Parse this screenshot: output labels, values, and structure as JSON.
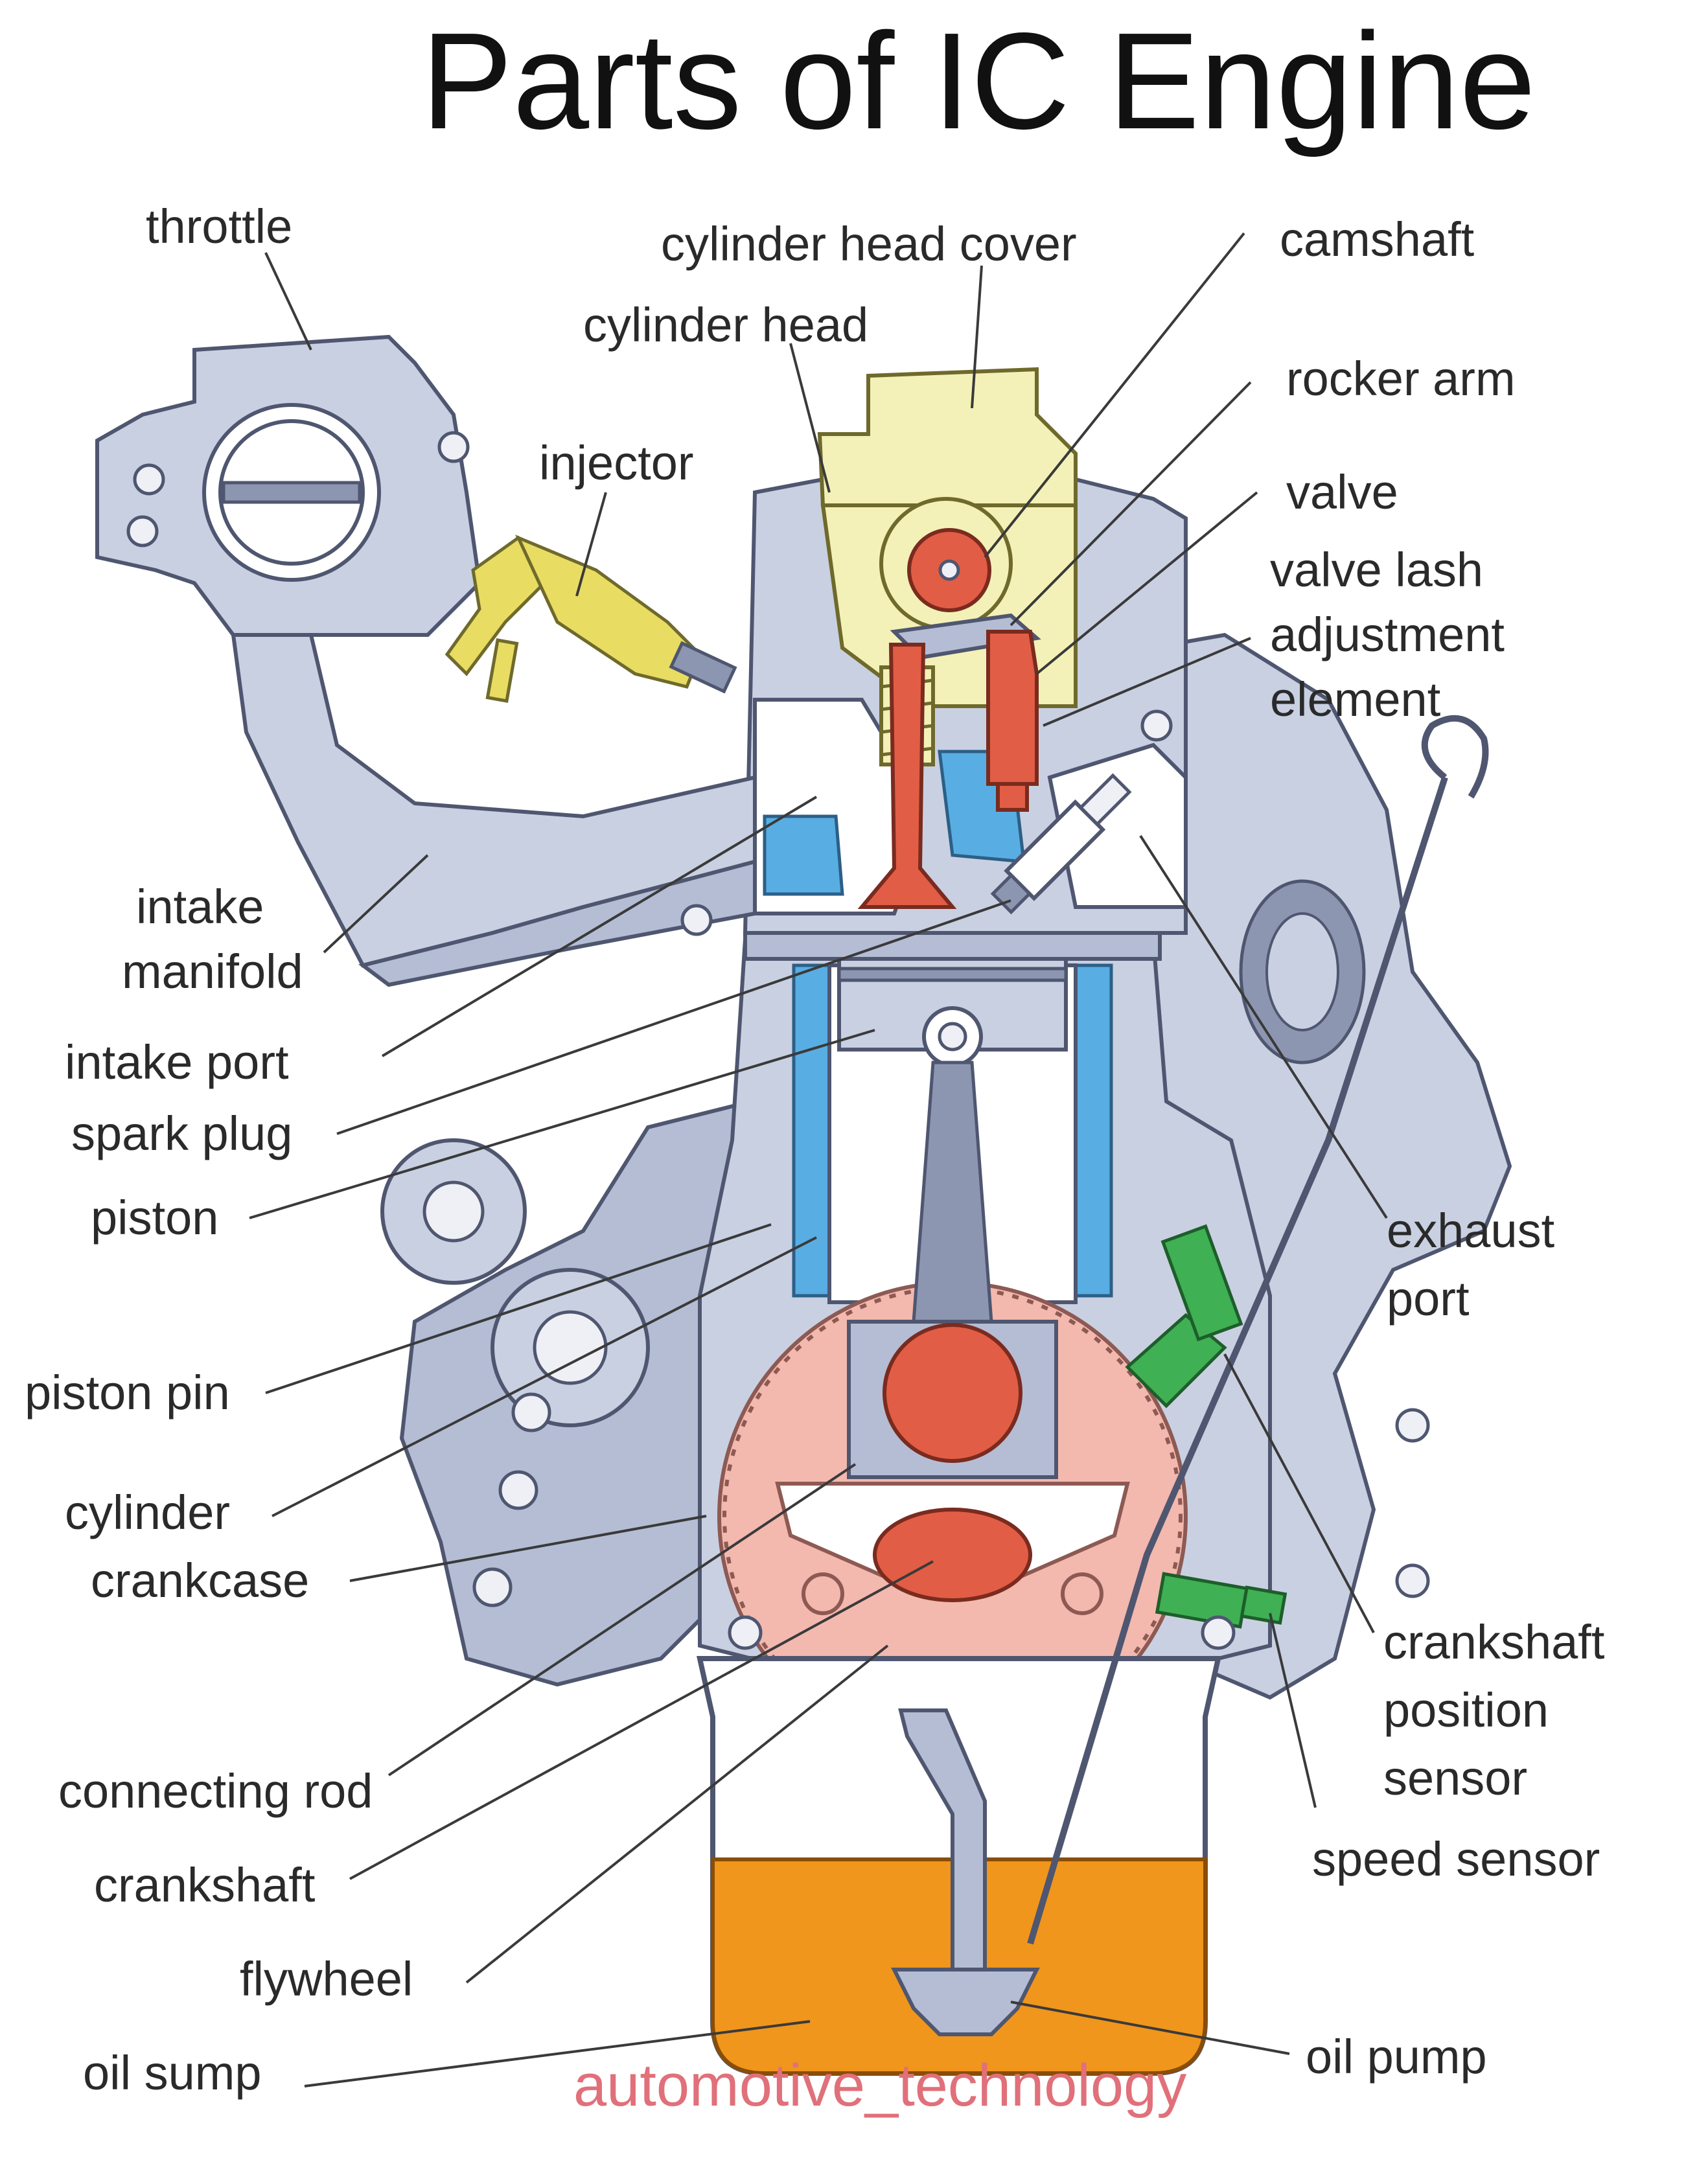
{
  "title": "Parts of IC Engine",
  "watermark": "automotive_technology",
  "colors": {
    "engine_block": "#c9d0e2",
    "coolant": "#58aee3",
    "cylinder_head_cover": "#f3f1b7",
    "piston_red": "#e25d45",
    "flywheel": "#f3b8ae",
    "oil": "#f0961c",
    "sensor": "#3fb054",
    "watermark": "#e0707a"
  },
  "labels": {
    "throttle": "throttle",
    "cylinder_head_cover": "cylinder head cover",
    "camshaft": "camshaft",
    "cylinder_head": "cylinder head",
    "rocker_arm": "rocker arm",
    "injector": "injector",
    "valve": "valve",
    "valve_lash": [
      "valve lash",
      "adjustment",
      "element"
    ],
    "intake_manifold": [
      "intake",
      "manifold"
    ],
    "intake_port": "intake port",
    "spark_plug": "spark plug",
    "piston": "piston",
    "exhaust_port": [
      "exhaust",
      "port"
    ],
    "piston_pin": "piston pin",
    "cylinder": "cylinder",
    "crankcase": "crankcase",
    "crankshaft_position_sensor": [
      "crankshaft",
      "position",
      "sensor"
    ],
    "connecting_rod": "connecting rod",
    "speed_sensor": "speed sensor",
    "crankshaft": "crankshaft",
    "flywheel": "flywheel",
    "oil_sump": "oil sump",
    "oil_pump": "oil pump"
  }
}
